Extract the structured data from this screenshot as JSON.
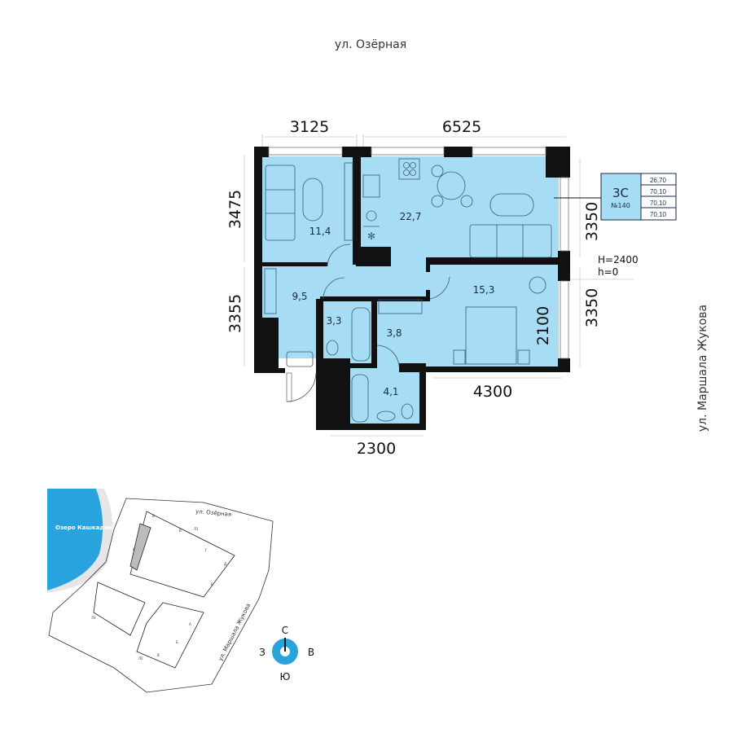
{
  "streets": {
    "top": "ул. Озёрная",
    "right": "ул. Маршала Жукова"
  },
  "dimensions": {
    "top_left": "3125",
    "top_right": "6525",
    "left_top": "3475",
    "left_bottom": "3355",
    "right_top": "3350",
    "right_bottom": "3350",
    "bedroom_inner": "2100",
    "bottom_right": "4300",
    "bottom_center": "2300"
  },
  "heights": {
    "ceiling": "H=2400",
    "floor": "h=0"
  },
  "rooms": {
    "bedroom_small": "11,4",
    "kitchen_living": "22,7",
    "hall": "9,5",
    "wc": "3,3",
    "corridor": "3,8",
    "bedroom": "15,3",
    "bathroom": "4,1"
  },
  "badge": {
    "type": "3С",
    "number": "№140",
    "areas": [
      "26,70",
      "70,10",
      "70,10",
      "70,10"
    ],
    "color": "#a6dcf4"
  },
  "site_plan": {
    "street_top": "ул. Озёрная",
    "street_right": "ул. Маршала Жукова",
    "lake": "Озеро Кашкадан",
    "lake_color": "#29a3dd",
    "sections": [
      "Б",
      "В",
      "Л1",
      "Г",
      "Д",
      "Е",
      "А",
      "Л3",
      "Л2",
      "А",
      "Б",
      "В"
    ],
    "highlighted_section": "А"
  },
  "compass": {
    "north": "С",
    "west": "З",
    "east": "В",
    "south": "Ю",
    "color": "#29a3dd"
  }
}
